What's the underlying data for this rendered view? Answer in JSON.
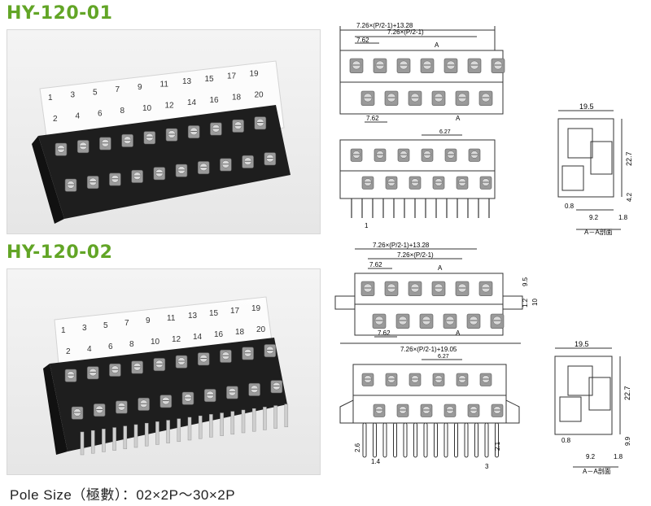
{
  "models": [
    {
      "name": "HY-120-01",
      "labels_top": [
        "1",
        "3",
        "5",
        "7",
        "9",
        "11",
        "13",
        "15",
        "17",
        "19"
      ],
      "labels_bottom": [
        "2",
        "4",
        "6",
        "8",
        "10",
        "12",
        "14",
        "16",
        "18",
        "20"
      ],
      "dims": {
        "overall": "7.26×(P/2-1)+13.28",
        "pitch_span_top": "7.26×(P/2-1)",
        "pitch": "7.62",
        "pitch_bottom": "7.62",
        "section_mark": "A",
        "offset": "6.27",
        "pin_small": "1",
        "side_width": "19.5",
        "side_height": "22.7",
        "side_h2": "4.2",
        "side_a": "0.8",
        "side_b": "9.2",
        "side_c": "1.8",
        "section_label": "A－A剖面"
      }
    },
    {
      "name": "HY-120-02",
      "labels_top": [
        "1",
        "3",
        "5",
        "7",
        "9",
        "11",
        "13",
        "15",
        "17",
        "19"
      ],
      "labels_bottom": [
        "2",
        "4",
        "6",
        "8",
        "10",
        "12",
        "14",
        "16",
        "18",
        "20"
      ],
      "dims": {
        "overall": "7.26×(P/2-1)+13.28",
        "pitch_span_top": "7.26×(P/2-1)",
        "pitch": "7.62",
        "pitch_bottom": "7.62",
        "bottom_overall": "7.26×(P/2-1)+19.05",
        "section_mark": "A",
        "offset": "6.27",
        "right_a": "9.5",
        "right_b": "1.2",
        "right_c": "10",
        "left_a": "2.6",
        "left_b": "1.4",
        "pin_c": "3",
        "pin_d": "2.1",
        "side_width": "19.5",
        "side_height": "22.7",
        "side_h2": "9.9",
        "side_a": "0.8",
        "side_b": "9.2",
        "side_c": "1.8",
        "section_label": "A－A剖面"
      }
    }
  ],
  "footer": "Pole Size（極數）：02×2P～30×2P",
  "colors": {
    "title": "#62a526",
    "block": "#1e1e1e",
    "line": "#333333"
  }
}
